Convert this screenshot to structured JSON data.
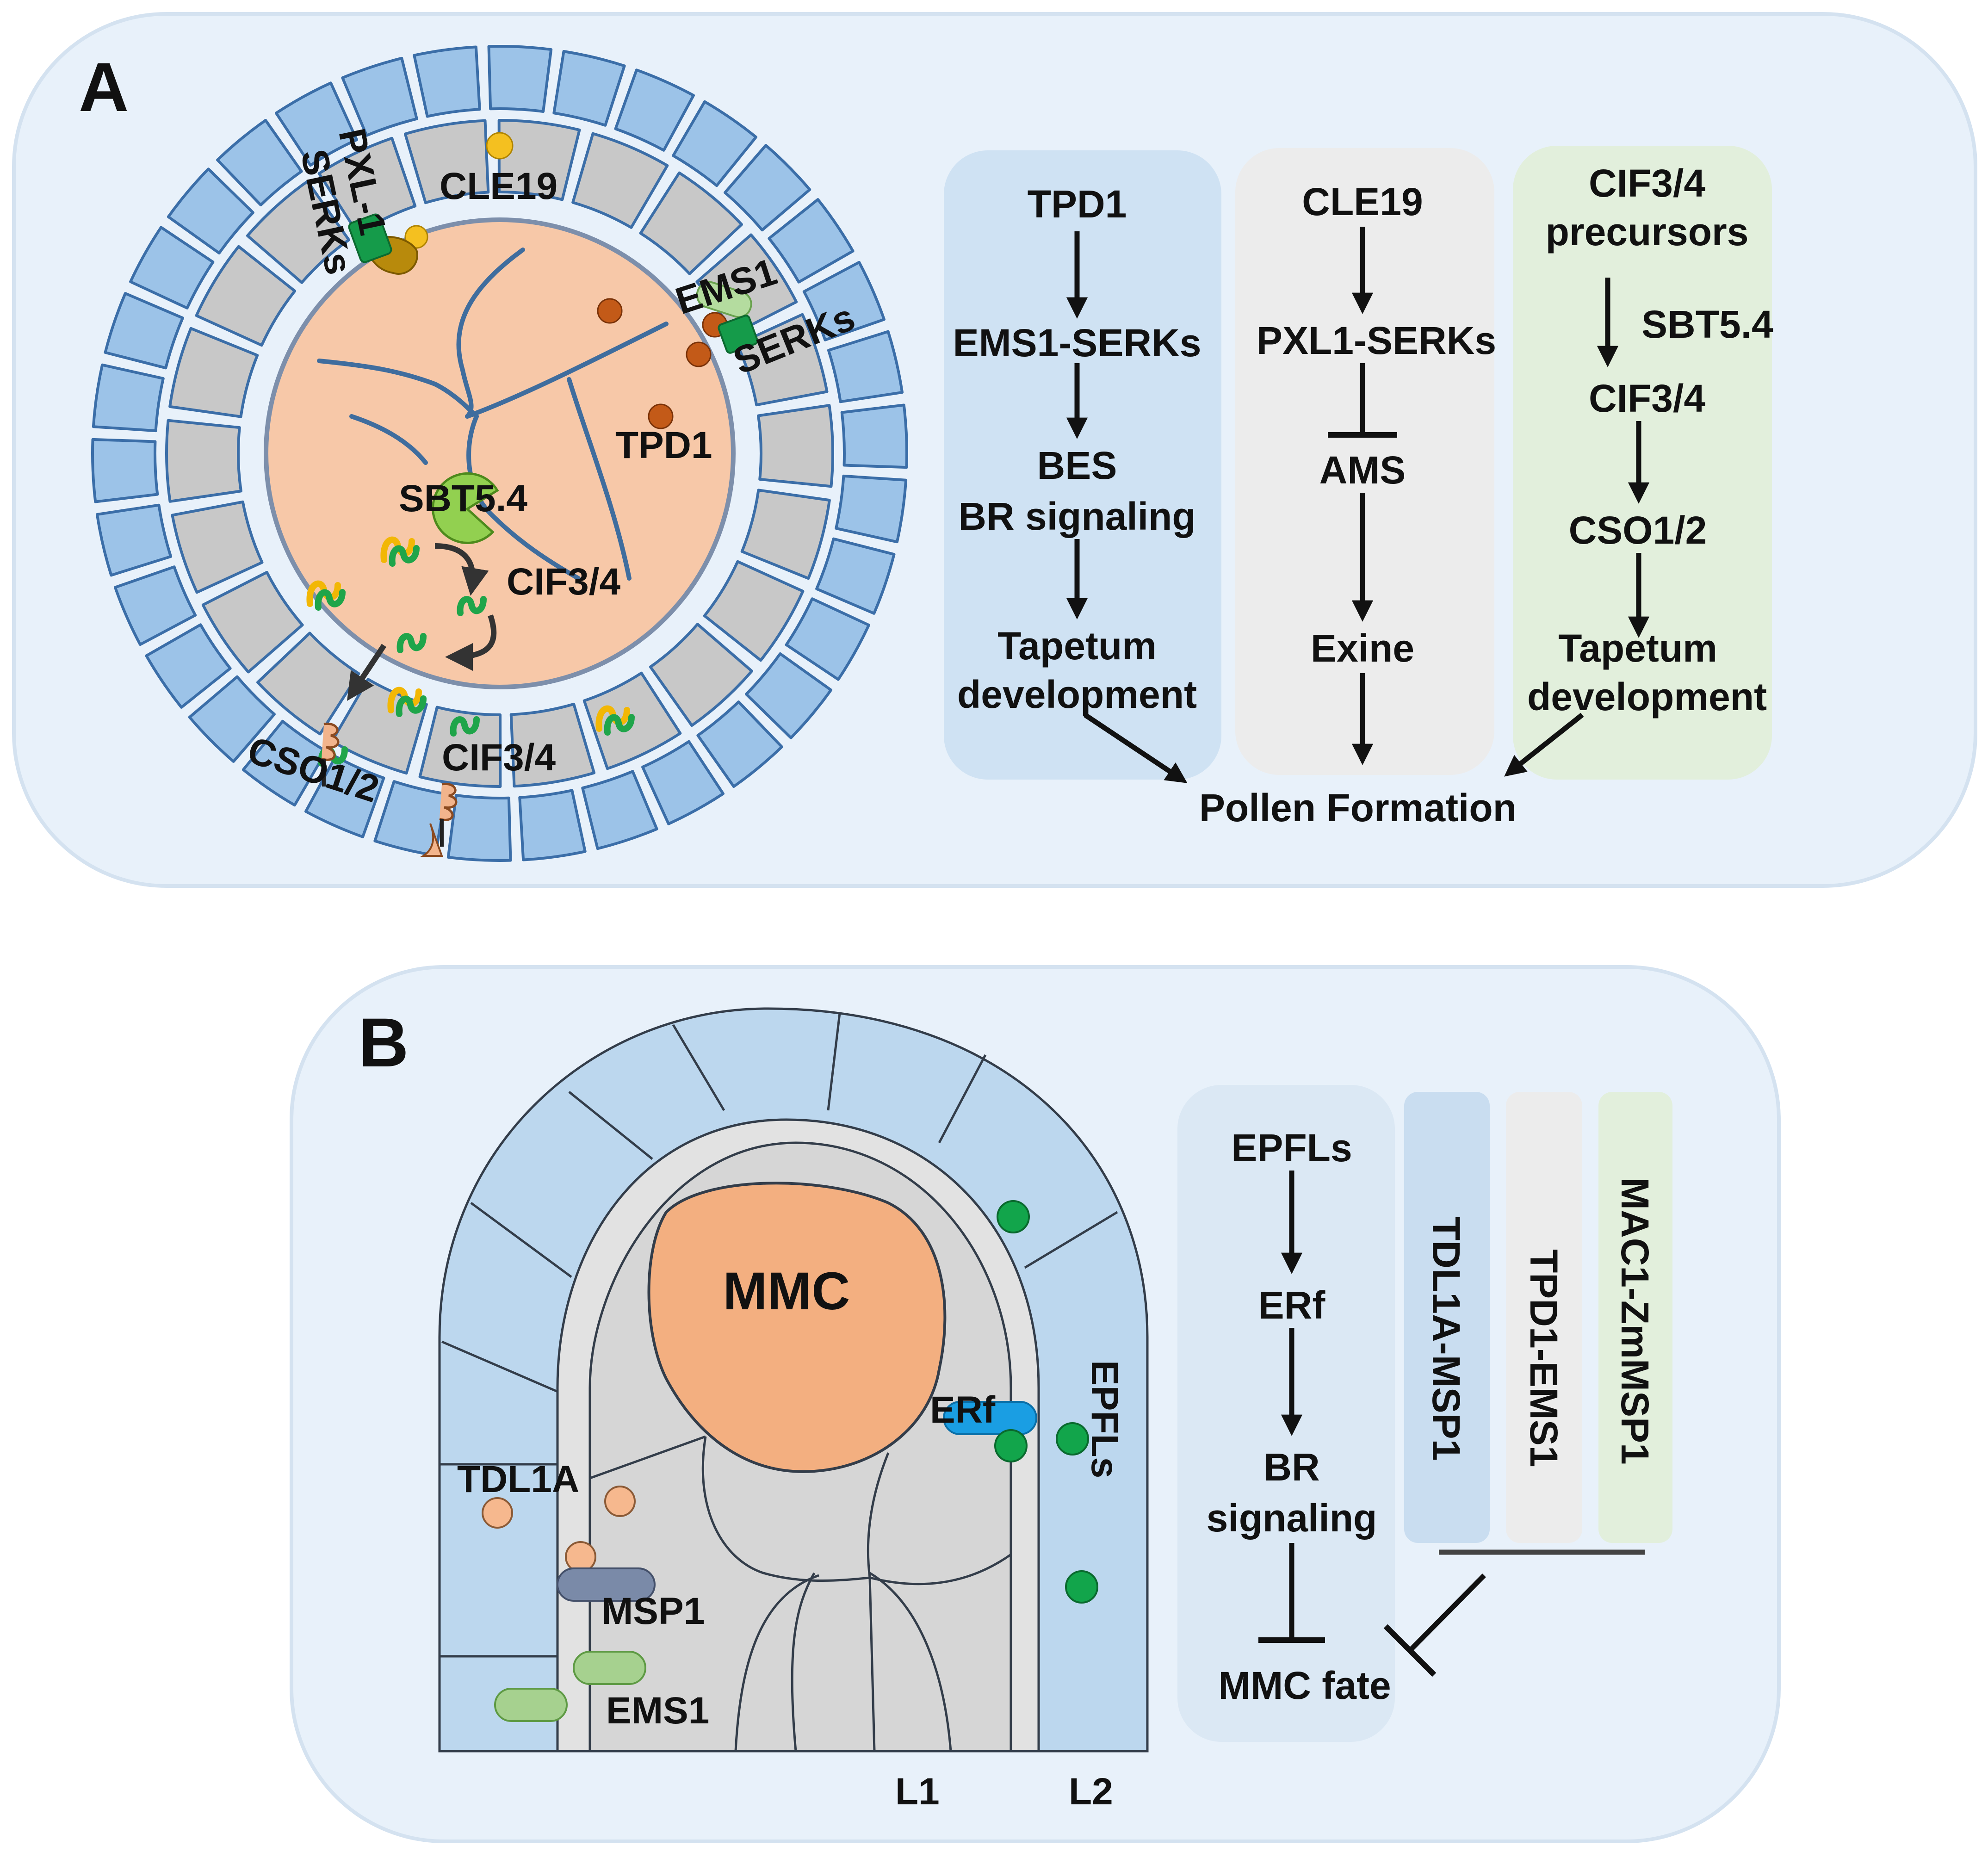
{
  "panel_a": {
    "letter": "A",
    "anther_labels": {
      "pxl1": "PXL-1",
      "serks_left": "SERKs",
      "cle19": "CLE19",
      "ems1": "EMS1",
      "serks_right": "SERKs",
      "tpd1": "TPD1",
      "sbt54": "SBT5.4",
      "cif34_inner": "CIF3/4",
      "cif34_lower": "CIF3/4",
      "cso12": "CSO1/2"
    },
    "pathway_1": {
      "n1": "TPD1",
      "n2": "EMS1-SERKs",
      "n3a": "BES",
      "n3b": "BR signaling",
      "n4a": "Tapetum",
      "n4b": "development"
    },
    "pathway_2": {
      "n1": "CLE19",
      "n2": "PXL1-SERKs",
      "n3": "AMS",
      "n4": "Exine"
    },
    "pathway_3": {
      "n1a": "CIF3/4",
      "n1b": "precursors",
      "side": "SBT5.4",
      "n2": "CIF3/4",
      "n3": "CSO1/2",
      "n4a": "Tapetum",
      "n4b": "development"
    },
    "outcome": "Pollen Formation"
  },
  "panel_b": {
    "letter": "B",
    "ovule_labels": {
      "mmc": "MMC",
      "erf": "ERf",
      "epfls": "EPFLs",
      "tdl1a": "TDL1A",
      "msp1": "MSP1",
      "ems1": "EMS1",
      "l1": "L1",
      "l2": "L2"
    },
    "pathway": {
      "n1": "EPFLs",
      "n2": "ERf",
      "n3a": "BR",
      "n3b": "signaling",
      "n4": "MMC fate"
    },
    "vertical_boxes": [
      "TDL1A-MSP1",
      "TPD1-EMS1",
      "MAC1-ZmMSP1"
    ]
  },
  "colors": {
    "panel_bg": "#e8f1fa",
    "panel_border": "#d4e2f0",
    "epidermis": "#9cc3e8",
    "tapetum": "#c8c8c8",
    "locule": "#f7c8a8",
    "box_blue": "#cfe2f3",
    "box_grey": "#ececec",
    "box_green": "#e2efdc",
    "mmc": "#f3af80",
    "nucellus": "#d6d6d6",
    "l2_layer": "#bcd7ee"
  }
}
